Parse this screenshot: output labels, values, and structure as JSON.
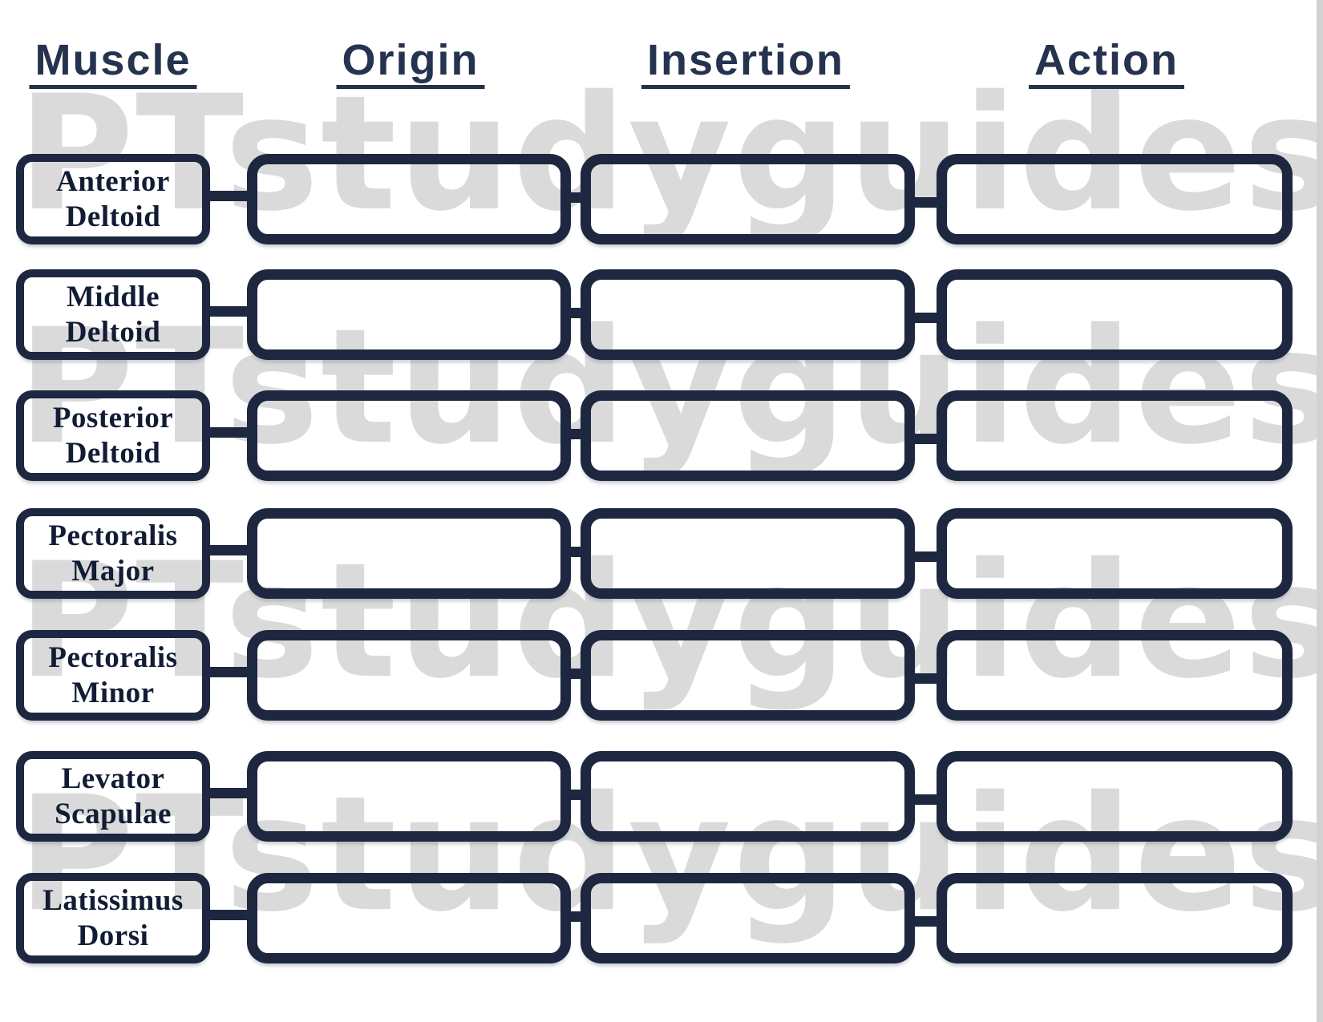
{
  "watermark": {
    "text": "PTstudyguides"
  },
  "columns": [
    {
      "label": "Muscle"
    },
    {
      "label": "Origin"
    },
    {
      "label": "Insertion"
    },
    {
      "label": "Action"
    }
  ],
  "rows": [
    {
      "muscle_line1": "Anterior",
      "muscle_line2": "Deltoid",
      "origin": "",
      "insertion": "",
      "action": ""
    },
    {
      "muscle_line1": "Middle",
      "muscle_line2": "Deltoid",
      "origin": "",
      "insertion": "",
      "action": ""
    },
    {
      "muscle_line1": "Posterior",
      "muscle_line2": "Deltoid",
      "origin": "",
      "insertion": "",
      "action": ""
    },
    {
      "muscle_line1": "Pectoralis",
      "muscle_line2": "Major",
      "origin": "",
      "insertion": "",
      "action": ""
    },
    {
      "muscle_line1": "Pectoralis",
      "muscle_line2": "Minor",
      "origin": "",
      "insertion": "",
      "action": ""
    },
    {
      "muscle_line1": "Levator",
      "muscle_line2": "Scapulae",
      "origin": "",
      "insertion": "",
      "action": ""
    },
    {
      "muscle_line1": "Latissimus",
      "muscle_line2": "Dorsi",
      "origin": "",
      "insertion": "",
      "action": ""
    }
  ],
  "colors": {
    "box_border": "#1d2840",
    "header_text": "#25334f",
    "muscle_text": "#121d35",
    "watermark": "#dadada",
    "page_edge_strip": "#d2d2d2",
    "background": "#ffffff"
  }
}
